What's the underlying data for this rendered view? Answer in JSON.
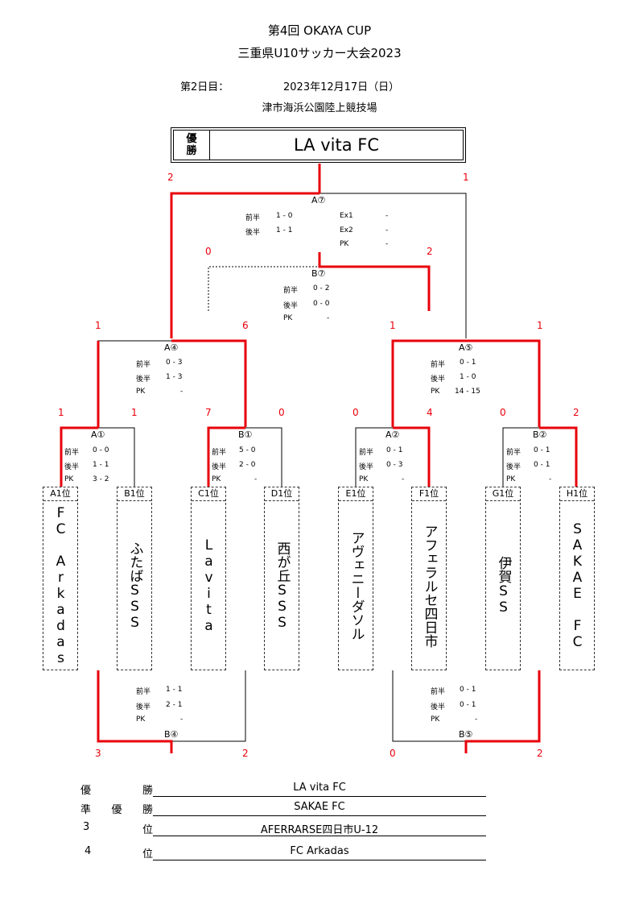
{
  "header": {
    "title1": "第4回 OKAYA CUP",
    "title2": "三重県U10サッカー大会2023",
    "day_label": "第2日目：",
    "date": "2023年12月17日（日）",
    "venue": "津市海浜公園陸上競技場"
  },
  "champion_box": {
    "label1": "優",
    "label2": "勝",
    "name": "LA vita FC"
  },
  "teams": [
    {
      "seed": "A1位",
      "name": "FC Arkadas"
    },
    {
      "seed": "B1位",
      "name": "ふたばSSS"
    },
    {
      "seed": "C1位",
      "name": "Lavita"
    },
    {
      "seed": "D1位",
      "name": "西が丘SSS"
    },
    {
      "seed": "E1位",
      "name": "アヴェニーダソル"
    },
    {
      "seed": "F1位",
      "name": "アフェラルセ四日市"
    },
    {
      "seed": "G1位",
      "name": "伊賀SS"
    },
    {
      "seed": "H1位",
      "name": "SAKAE FC"
    }
  ],
  "matches": {
    "a1": {
      "label": "A①",
      "score_left": "1",
      "score_right": "1",
      "zh": "前半",
      "kh": "後半",
      "pk": "PK",
      "first": "0 - 0",
      "second": "1 - 1",
      "pk_score": "3 - 2"
    },
    "b1": {
      "label": "B①",
      "score_left": "7",
      "score_right": "0",
      "zh": "前半",
      "kh": "後半",
      "pk": "PK",
      "first": "5 - 0",
      "second": "2 - 0",
      "pk_score": "-"
    },
    "a2": {
      "label": "A②",
      "score_left": "0",
      "score_right": "4",
      "zh": "前半",
      "kh": "後半",
      "pk": "PK",
      "first": "0 - 1",
      "second": "0 - 3",
      "pk_score": "-"
    },
    "b2": {
      "label": "B②",
      "score_left": "0",
      "score_right": "2",
      "zh": "前半",
      "kh": "後半",
      "pk": "PK",
      "first": "0 - 1",
      "second": "0 - 1",
      "pk_score": "-"
    },
    "a4": {
      "label": "A④",
      "score_left": "1",
      "score_right": "6",
      "zh": "前半",
      "kh": "後半",
      "pk": "PK",
      "first": "0 - 3",
      "second": "1 - 3",
      "pk_score": "-"
    },
    "a5": {
      "label": "A⑤",
      "score_left": "1",
      "score_right": "1",
      "zh": "前半",
      "kh": "後半",
      "pk": "PK",
      "first": "0 - 1",
      "second": "1 - 0",
      "pk_score": "14 - 15"
    },
    "a7": {
      "label": "A⑦",
      "score_left": "2",
      "score_right": "1",
      "zh": "前半",
      "kh": "後半",
      "pk": "PK",
      "first": "1 - 0",
      "second": "1 - 1",
      "ex1": "Ex1",
      "ex2": "Ex2",
      "ex1_score": "-",
      "ex2_score": "-",
      "pk_score": "-"
    },
    "b7": {
      "label": "B⑦",
      "score_left": "0",
      "score_right": "2",
      "zh": "前半",
      "kh": "後半",
      "pk": "PK",
      "first": "0 - 2",
      "second": "0 - 0",
      "pk_score": "-"
    },
    "b4": {
      "label": "B④",
      "score_left": "3",
      "score_right": "2",
      "zh": "前半",
      "kh": "後半",
      "pk": "PK",
      "first": "1 - 1",
      "second": "2 - 1",
      "pk_score": "-"
    },
    "b5": {
      "label": "B⑤",
      "score_left": "0",
      "score_right": "2",
      "zh": "前半",
      "kh": "後半",
      "pk": "PK",
      "first": "0 - 1",
      "second": "0 - 1",
      "pk_score": "-"
    }
  },
  "results": [
    {
      "rank_a": "優",
      "rank_b": "",
      "rank_c": "勝",
      "name": "LA vita FC"
    },
    {
      "rank_a": "準",
      "rank_b": "優",
      "rank_c": "勝",
      "name": "SAKAE FC"
    },
    {
      "rank_a": "3",
      "rank_b": "",
      "rank_c": "位",
      "name": "AFERRARSE四日市U-12"
    },
    {
      "rank_a": "4",
      "rank_b": "",
      "rank_c": "位",
      "name": "FC Arkadas"
    }
  ],
  "colors": {
    "winner_line": "#e8000b",
    "line": "#000000"
  }
}
